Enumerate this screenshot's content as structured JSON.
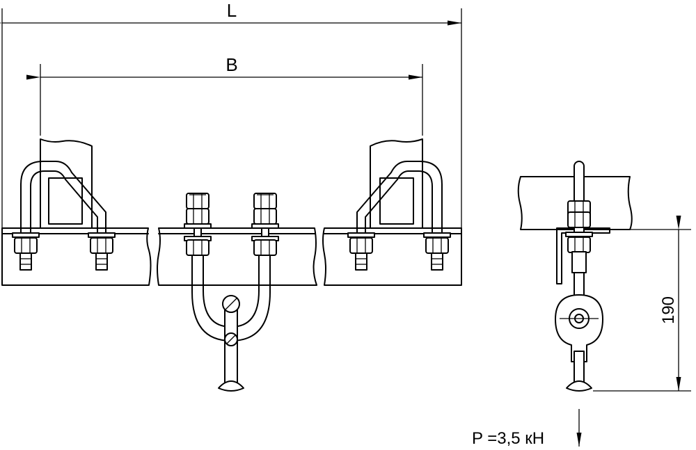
{
  "dimensions": {
    "overall_length": "L",
    "bracket_spacing": "B",
    "height": "190"
  },
  "load_note": "P =3,5 кН"
}
